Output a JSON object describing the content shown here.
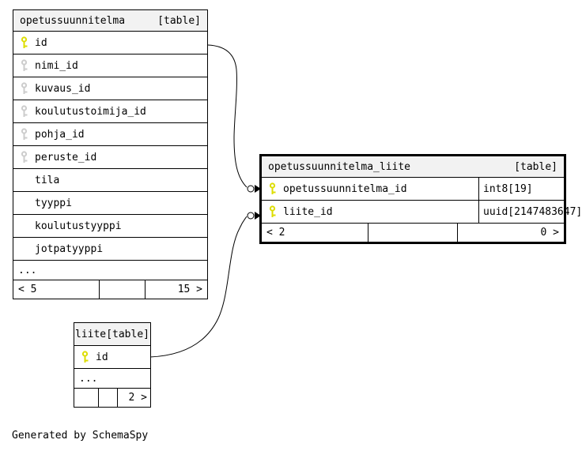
{
  "app": {
    "generated_by": "Generated by SchemaSpy"
  },
  "colors": {
    "primary_key_icon": "#dddd00",
    "foreign_key_icon": "#cccccc",
    "header_background": "#f2f2f2",
    "table_border": "#000000",
    "background": "#ffffff"
  },
  "tables": [
    {
      "title": "opetussuunnitelma",
      "tag": "[table]",
      "columns": [
        {
          "name": "id",
          "key": "primary"
        },
        {
          "name": "nimi_id",
          "key": "foreign"
        },
        {
          "name": "kuvaus_id",
          "key": "foreign"
        },
        {
          "name": "koulutustoimija_id",
          "key": "foreign"
        },
        {
          "name": "pohja_id",
          "key": "foreign"
        },
        {
          "name": "peruste_id",
          "key": "foreign"
        },
        {
          "name": "tila",
          "key": "none"
        },
        {
          "name": "tyyppi",
          "key": "none"
        },
        {
          "name": "koulutustyyppi",
          "key": "none"
        },
        {
          "name": "jotpatyyppi",
          "key": "none"
        }
      ],
      "ellipsis": "...",
      "footer": {
        "left": "< 5",
        "middle": "",
        "right": "15 >"
      }
    },
    {
      "title": "opetussuunnitelma_liite",
      "tag": "[table]",
      "highlighted": true,
      "columns": [
        {
          "name": "opetussuunnitelma_id",
          "type": "int8[19]",
          "key": "primary"
        },
        {
          "name": "liite_id",
          "type": "uuid[2147483647]",
          "key": "primary"
        }
      ],
      "footer": {
        "left": "< 2",
        "middle": "",
        "right": "0 >"
      }
    },
    {
      "title": "liite",
      "tag": "[table]",
      "columns": [
        {
          "name": "id",
          "key": "primary"
        }
      ],
      "ellipsis": "...",
      "footer": {
        "left": "",
        "middle": "",
        "right": "2 >"
      }
    }
  ],
  "relationships": [
    {
      "from": "opetussuunnitelma.id",
      "to": "opetussuunnitelma_liite.opetussuunnitelma_id"
    },
    {
      "from": "liite.id",
      "to": "opetussuunnitelma_liite.liite_id"
    }
  ]
}
